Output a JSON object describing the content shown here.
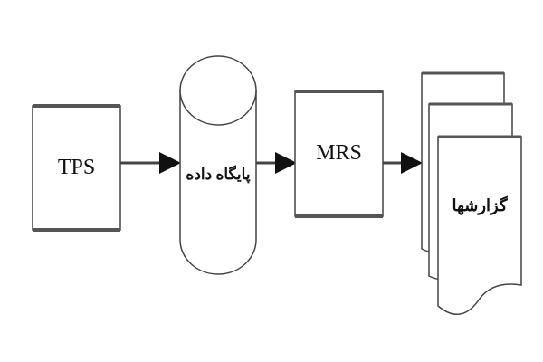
{
  "nodes": {
    "tps": "TPS",
    "database": "پایگاه داده",
    "mrs": "MRS",
    "reports": "گزارشها"
  },
  "colors": {
    "stroke": "#333333",
    "fill": "#ffffff"
  }
}
